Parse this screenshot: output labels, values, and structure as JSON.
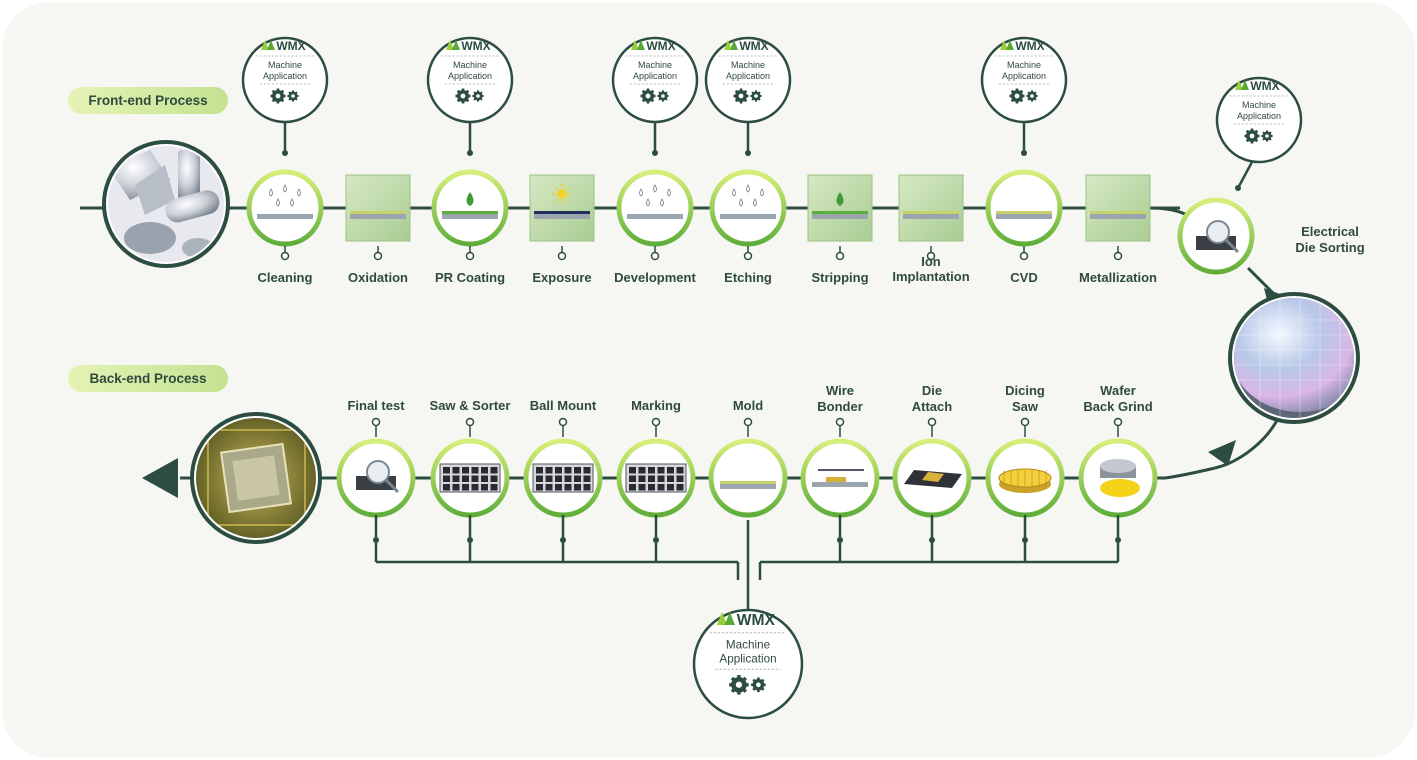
{
  "colors": {
    "background": "#f6f6f2",
    "line": "#2d4d42",
    "ring_light": "#c8e86a",
    "ring_dark": "#6bb33a",
    "box": "#b9d7a3",
    "pill": "#cfe7a5",
    "text": "#2f4a3f"
  },
  "sections": {
    "front_end": "Front-end Process",
    "back_end": "Back-end Process"
  },
  "badge": {
    "brand": "WMX",
    "line1": "Machine",
    "line2": "Application",
    "icon": "gears-icon"
  },
  "front_end_steps": [
    {
      "label": [
        "Cleaning"
      ],
      "style": "circle",
      "icon": "droplets-icon",
      "badge": true
    },
    {
      "label": [
        "Oxidation"
      ],
      "style": "box",
      "icon": "layer-icon",
      "badge": false
    },
    {
      "label": [
        "PR Coating"
      ],
      "style": "circle",
      "icon": "drop-icon",
      "badge": true
    },
    {
      "label": [
        "Exposure"
      ],
      "style": "box",
      "icon": "sun-icon",
      "badge": false
    },
    {
      "label": [
        "Development"
      ],
      "style": "circle",
      "icon": "droplets-icon",
      "badge": true
    },
    {
      "label": [
        "Etching"
      ],
      "style": "circle",
      "icon": "droplets-icon",
      "badge": true
    },
    {
      "label": [
        "Stripping"
      ],
      "style": "box",
      "icon": "drop-icon",
      "badge": false
    },
    {
      "label": [
        "Ion",
        "Implantation"
      ],
      "style": "box",
      "icon": "layer-icon",
      "badge": false
    },
    {
      "label": [
        "CVD"
      ],
      "style": "circle",
      "icon": "layer-icon",
      "badge": true
    },
    {
      "label": [
        "Metallization"
      ],
      "style": "box",
      "icon": "layer-icon",
      "badge": false
    }
  ],
  "sorting_step": {
    "label": [
      "Electrical",
      "Die Sorting"
    ],
    "icon": "magnifier-icon"
  },
  "back_end_steps": [
    {
      "label": [
        "Final test"
      ],
      "icon": "magnifier-icon"
    },
    {
      "label": [
        "Saw & Sorter"
      ],
      "icon": "chip-array-icon"
    },
    {
      "label": [
        "Ball Mount"
      ],
      "icon": "chip-array-icon"
    },
    {
      "label": [
        "Marking"
      ],
      "icon": "chip-array-icon"
    },
    {
      "label": [
        "Mold"
      ],
      "icon": "layer-icon"
    },
    {
      "label": [
        "Wire",
        "Bonder"
      ],
      "icon": "wire-icon"
    },
    {
      "label": [
        "Die",
        "Attach"
      ],
      "icon": "die-icon"
    },
    {
      "label": [
        "Dicing",
        "Saw"
      ],
      "icon": "wafer-grid-icon"
    },
    {
      "label": [
        "Wafer",
        "Back Grind"
      ],
      "icon": "grinder-icon"
    }
  ]
}
